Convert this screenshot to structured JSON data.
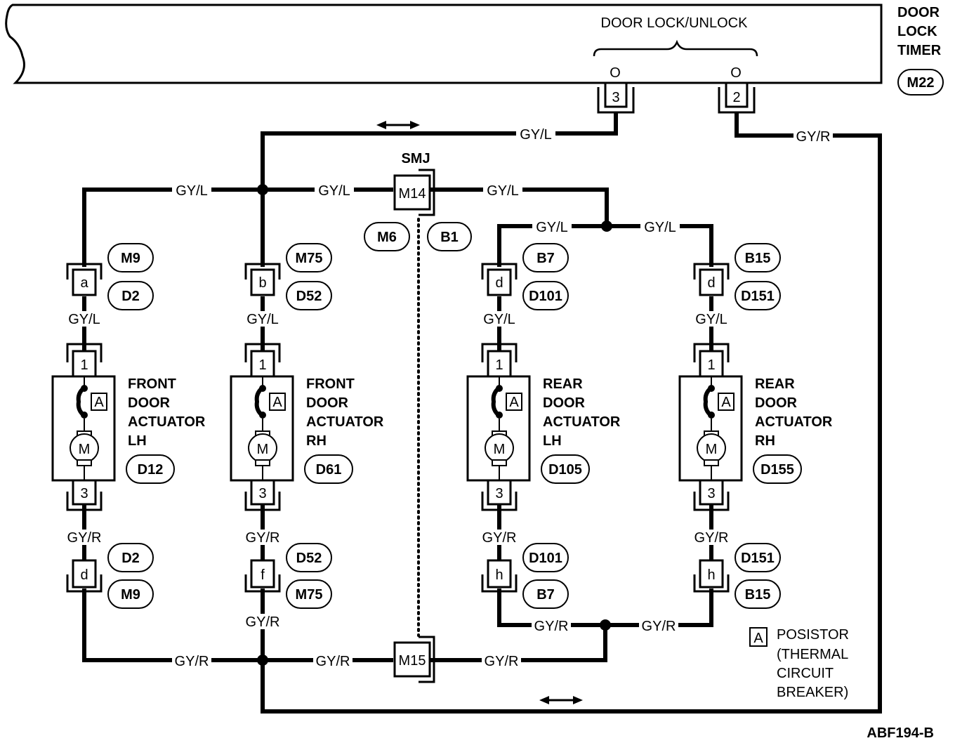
{
  "timer": {
    "title_lines": [
      "DOOR",
      "LOCK",
      "TIMER"
    ],
    "connector": "M22",
    "function_label": "DOOR LOCK/UNLOCK",
    "terminal_marks": [
      "O",
      "O"
    ],
    "terminals": [
      "3",
      "2"
    ]
  },
  "wire_colors": {
    "lock": "GY/L",
    "unlock": "GY/R"
  },
  "joint": {
    "label": "SMJ",
    "upper": "M14",
    "lower": "M15",
    "side_left": "M6",
    "side_right": "B1"
  },
  "actuators": [
    {
      "lines": [
        "FRONT",
        "DOOR",
        "ACTUATOR",
        "LH"
      ],
      "connector": "D12",
      "pin_top": "1",
      "pin_bottom": "3",
      "upper_connector": {
        "pin": "a",
        "codes": [
          "M9",
          "D2"
        ]
      },
      "lower_connector": {
        "pin": "d",
        "codes": [
          "D2",
          "M9"
        ]
      }
    },
    {
      "lines": [
        "FRONT",
        "DOOR",
        "ACTUATOR",
        "RH"
      ],
      "connector": "D61",
      "pin_top": "1",
      "pin_bottom": "3",
      "upper_connector": {
        "pin": "b",
        "codes": [
          "M75",
          "D52"
        ]
      },
      "lower_connector": {
        "pin": "f",
        "codes": [
          "D52",
          "M75"
        ]
      }
    },
    {
      "lines": [
        "REAR",
        "DOOR",
        "ACTUATOR",
        "LH"
      ],
      "connector": "D105",
      "pin_top": "1",
      "pin_bottom": "3",
      "upper_connector": {
        "pin": "d",
        "codes": [
          "B7",
          "D101"
        ]
      },
      "lower_connector": {
        "pin": "h",
        "codes": [
          "D101",
          "B7"
        ]
      }
    },
    {
      "lines": [
        "REAR",
        "DOOR",
        "ACTUATOR",
        "RH"
      ],
      "connector": "D155",
      "pin_top": "1",
      "pin_bottom": "3",
      "upper_connector": {
        "pin": "d",
        "codes": [
          "B15",
          "D151"
        ]
      },
      "lower_connector": {
        "pin": "h",
        "codes": [
          "D151",
          "B15"
        ]
      }
    }
  ],
  "symbols": {
    "posistor": "A",
    "motor": "M"
  },
  "legend": {
    "symbol": "A",
    "lines": [
      "POSISTOR",
      "(THERMAL",
      "CIRCUIT",
      "BREAKER)"
    ]
  },
  "figure_id": "ABF194-B"
}
